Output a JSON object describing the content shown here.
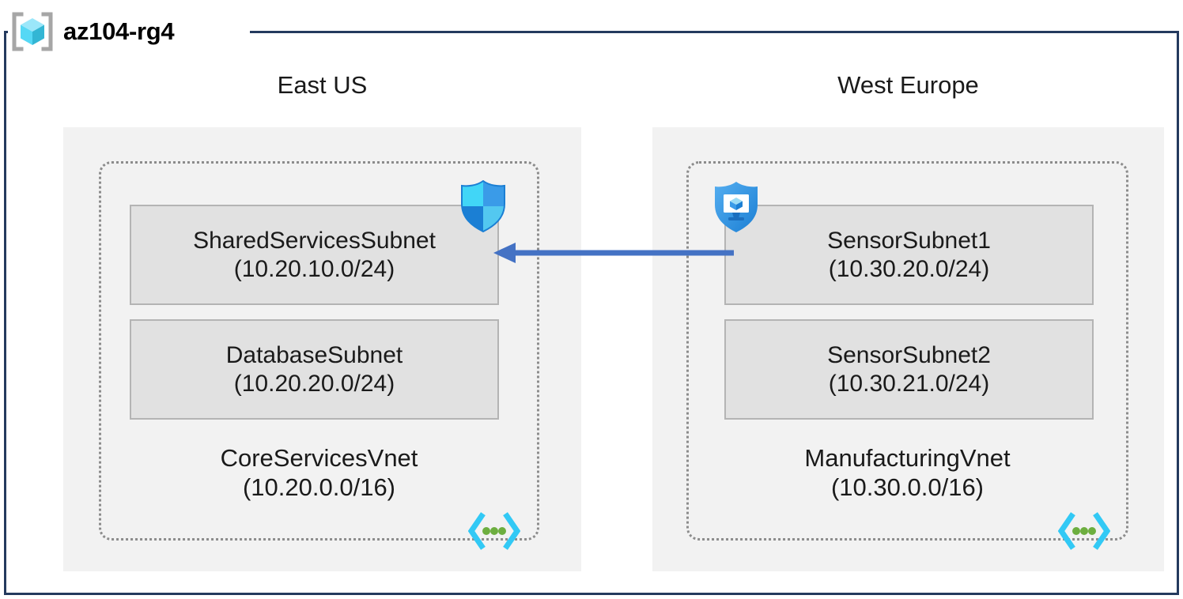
{
  "resource_group": {
    "name": "az104-rg4",
    "icon": "resource-group-cube-icon"
  },
  "regions": [
    {
      "id": "east-us",
      "label": "East US",
      "vnet": {
        "name": "CoreServicesVnet",
        "cidr": "(10.20.0.0/16)",
        "icon": "virtual-network-icon",
        "subnets": [
          {
            "name": "SharedServicesSubnet",
            "cidr": "(10.20.10.0/24)",
            "icon": "network-security-group-shield-icon"
          },
          {
            "name": "DatabaseSubnet",
            "cidr": "(10.20.20.0/24)",
            "icon": null
          }
        ]
      }
    },
    {
      "id": "west-europe",
      "label": "West Europe",
      "vnet": {
        "name": "ManufacturingVnet",
        "cidr": "(10.30.0.0/16)",
        "icon": "virtual-network-icon",
        "subnets": [
          {
            "name": "SensorSubnet1",
            "cidr": "(10.30.20.0/24)",
            "icon": "defender-for-cloud-shield-monitor-icon"
          },
          {
            "name": "SensorSubnet2",
            "cidr": "(10.30.21.0/24)",
            "icon": null
          }
        ]
      }
    }
  ],
  "connection": {
    "name": "vnet-peering-arrow",
    "direction": "right-to-left",
    "from": "SensorSubnet1",
    "to": "SharedServicesSubnet",
    "label": ""
  },
  "colors": {
    "frame_border": "#243A5E",
    "region_fill": "#F2F2F2",
    "vnet_border": "#8C8C8C",
    "subnet_fill": "#E1E1E1",
    "subnet_border": "#B4B4B4",
    "arrow": "#4472C4",
    "azure_cyan": "#31C8F2",
    "azure_blue": "#1B93EB",
    "vnet_dot_green": "#6DAE3F",
    "text": "#1A1A1A"
  }
}
